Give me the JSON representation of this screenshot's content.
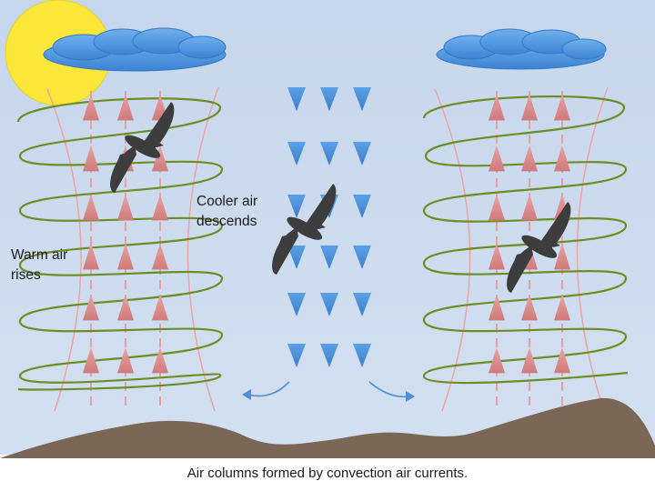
{
  "labels": {
    "warm_air": "Warm air\nrises",
    "cool_air": "Cooler air\ndescends",
    "caption": "Air columns formed by convection air currents."
  },
  "colors": {
    "sky": "#c9d8ec",
    "sun": "#fbe63a",
    "cloud": "#4b95dc",
    "mountain": "#7a6755",
    "spiral": "#6b8e23",
    "warm_arrow": "#dc8a8a",
    "cool_arrow": "#4b8fd6",
    "bird": "#3d3d3d"
  },
  "icons": [
    "sun-icon",
    "cloud-icon",
    "bird-icon",
    "up-arrow-icon",
    "down-arrow-icon"
  ]
}
